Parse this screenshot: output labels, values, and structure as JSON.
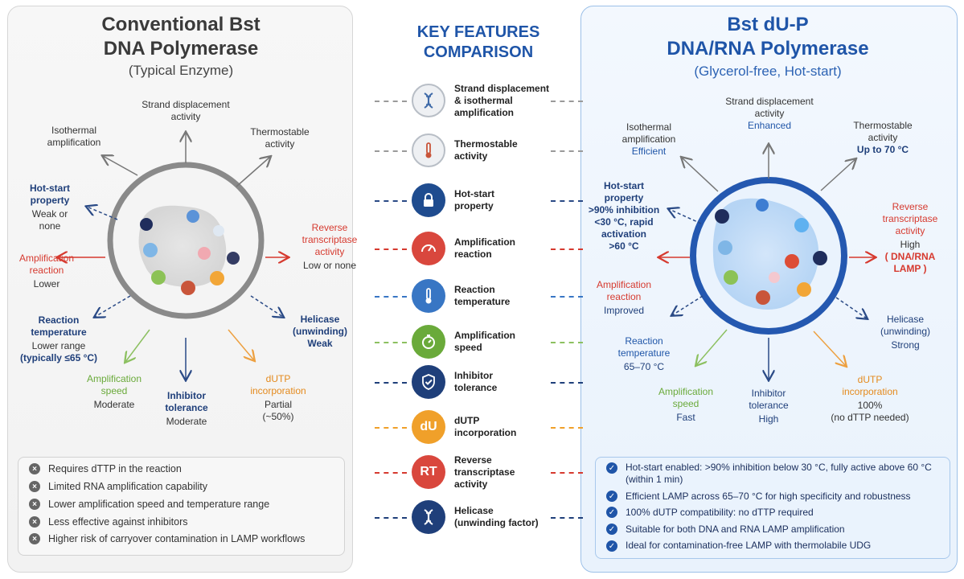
{
  "header": {
    "left_title_1": "Conventional Bst",
    "left_title_2": "DNA Polymerase",
    "left_subtitle": "(Typical Enzyme)",
    "center_title_1": "KEY FEATURES",
    "center_title_2": "COMPARISON",
    "right_title_1": "Bst dU-P",
    "right_title_2": "DNA/RNA Polymerase",
    "right_subtitle": "(Glycerol-free, Hot-start)"
  },
  "left": {
    "strand": {
      "t1": "Strand displacement",
      "t2": "activity"
    },
    "iso": {
      "t1": "Isothermal",
      "t2": "amplification"
    },
    "thermo": {
      "t1": "Thermostable",
      "t2": "activity"
    },
    "hot": {
      "t1": "Hot-start",
      "t2": "property",
      "v1": "Weak or",
      "v2": "none"
    },
    "amp": {
      "t1": "Amplification",
      "t2": "reaction",
      "v": "Lower"
    },
    "rt": {
      "t1": "Reverse",
      "t2": "transcriptase",
      "t3": "activity",
      "v": "Low or none"
    },
    "temp": {
      "t1": "Reaction",
      "t2": "temperature",
      "v1": "Lower range",
      "v2": "(typically ≤65 °C)"
    },
    "heli": {
      "t1": "Helicase",
      "t2": "(unwinding)",
      "v": "Weak"
    },
    "speed": {
      "t1": "Amplification",
      "t2": "speed",
      "v": "Moderate"
    },
    "inhib": {
      "t1": "Inhibitor",
      "t2": "tolerance",
      "v": "Moderate"
    },
    "dutp": {
      "t1": "dUTP",
      "t2": "incorporation",
      "v1": "Partial",
      "v2": "(~50%)"
    }
  },
  "features": [
    {
      "l1": "Strand displacement",
      "l2": "& isothermal",
      "l3": "amplification",
      "icon": "dna-icon",
      "color": "#7d8590"
    },
    {
      "l1": "Thermostable",
      "l2": "activity",
      "l3": "",
      "icon": "thermometer-icon",
      "color": "#7d8590"
    },
    {
      "l1": "Hot-start",
      "l2": "property",
      "l3": "",
      "icon": "lock-icon",
      "color": "#1f4c8f"
    },
    {
      "l1": "Amplification",
      "l2": "reaction",
      "l3": "",
      "icon": "gauge-icon",
      "color": "#d9473d"
    },
    {
      "l1": "Reaction",
      "l2": "temperature",
      "l3": "",
      "icon": "thermometer-icon",
      "color": "#3876c4"
    },
    {
      "l1": "Amplification",
      "l2": "speed",
      "l3": "",
      "icon": "stopwatch-icon",
      "color": "#6aaa3a"
    },
    {
      "l1": "Inhibitor",
      "l2": "tolerance",
      "l3": "",
      "icon": "shield-icon",
      "color": "#1f3f7a"
    },
    {
      "l1": "dUTP",
      "l2": "incorporation",
      "l3": "",
      "icon": "du-icon",
      "color": "#f0a02a",
      "glyph": "dU"
    },
    {
      "l1": "Reverse",
      "l2": "transcriptase",
      "l3": "activity",
      "icon": "rt-icon",
      "color": "#d9473d",
      "glyph": "RT"
    },
    {
      "l1": "Helicase",
      "l2": "(unwinding factor)",
      "l3": "",
      "icon": "dna-icon",
      "color": "#1f3f7a"
    }
  ],
  "right": {
    "strand": {
      "t1": "Strand displacement",
      "t2": "activity",
      "v": "Enhanced"
    },
    "iso": {
      "t1": "Isothermal",
      "t2": "amplification",
      "v": "Efficient"
    },
    "thermo": {
      "t1": "Thermostable",
      "t2": "activity",
      "v": "Up to 70 °C"
    },
    "hot": {
      "t1": "Hot-start",
      "t2": "property",
      "v1": ">90% inhibition",
      "v2": "<30 °C, rapid",
      "v3": "activation",
      "v4": ">60 °C"
    },
    "rt": {
      "t1": "Reverse",
      "t2": "transcriptase",
      "t3": "activity",
      "v1": "High",
      "v2": "( DNA/RNA",
      "v3": "LAMP )"
    },
    "amp": {
      "t1": "Amplification",
      "t2": "reaction",
      "v": "Improved"
    },
    "heli": {
      "t1": "Helicase",
      "t2": "(unwinding)",
      "v": "Strong"
    },
    "temp": {
      "t1": "Reaction",
      "t2": "temperature",
      "v": "65–70 °C"
    },
    "speed": {
      "t1": "Amplification",
      "t2": "speed",
      "v": "Fast"
    },
    "inhib": {
      "t1": "Inhibitor",
      "t2": "tolerance",
      "v": "High"
    },
    "dutp": {
      "t1": "dUTP",
      "t2": "incorporation",
      "v1": "100%",
      "v2": "(no dTTP needed)"
    }
  },
  "left_bullets": [
    "Requires dTTP in the reaction",
    "Limited RNA amplification capability",
    "Lower amplification speed and temperature range",
    "Less effective against inhibitors",
    "Higher risk of carryover contamination in LAMP workflows"
  ],
  "right_bullets": {
    "b1a": "Hot-start enabled: >90% inhibition below 30 °C, fully active above 60 °C",
    "b1b": "(within 1 min)",
    "b2": "Efficient LAMP across 65–70 °C for high specificity and robustness",
    "b3": "100% dUTP compatibility: no dTTP required",
    "b4": "Suitable for both DNA and RNA LAMP amplification",
    "b5": "Ideal for contamination-free LAMP with thermolabile UDG"
  }
}
